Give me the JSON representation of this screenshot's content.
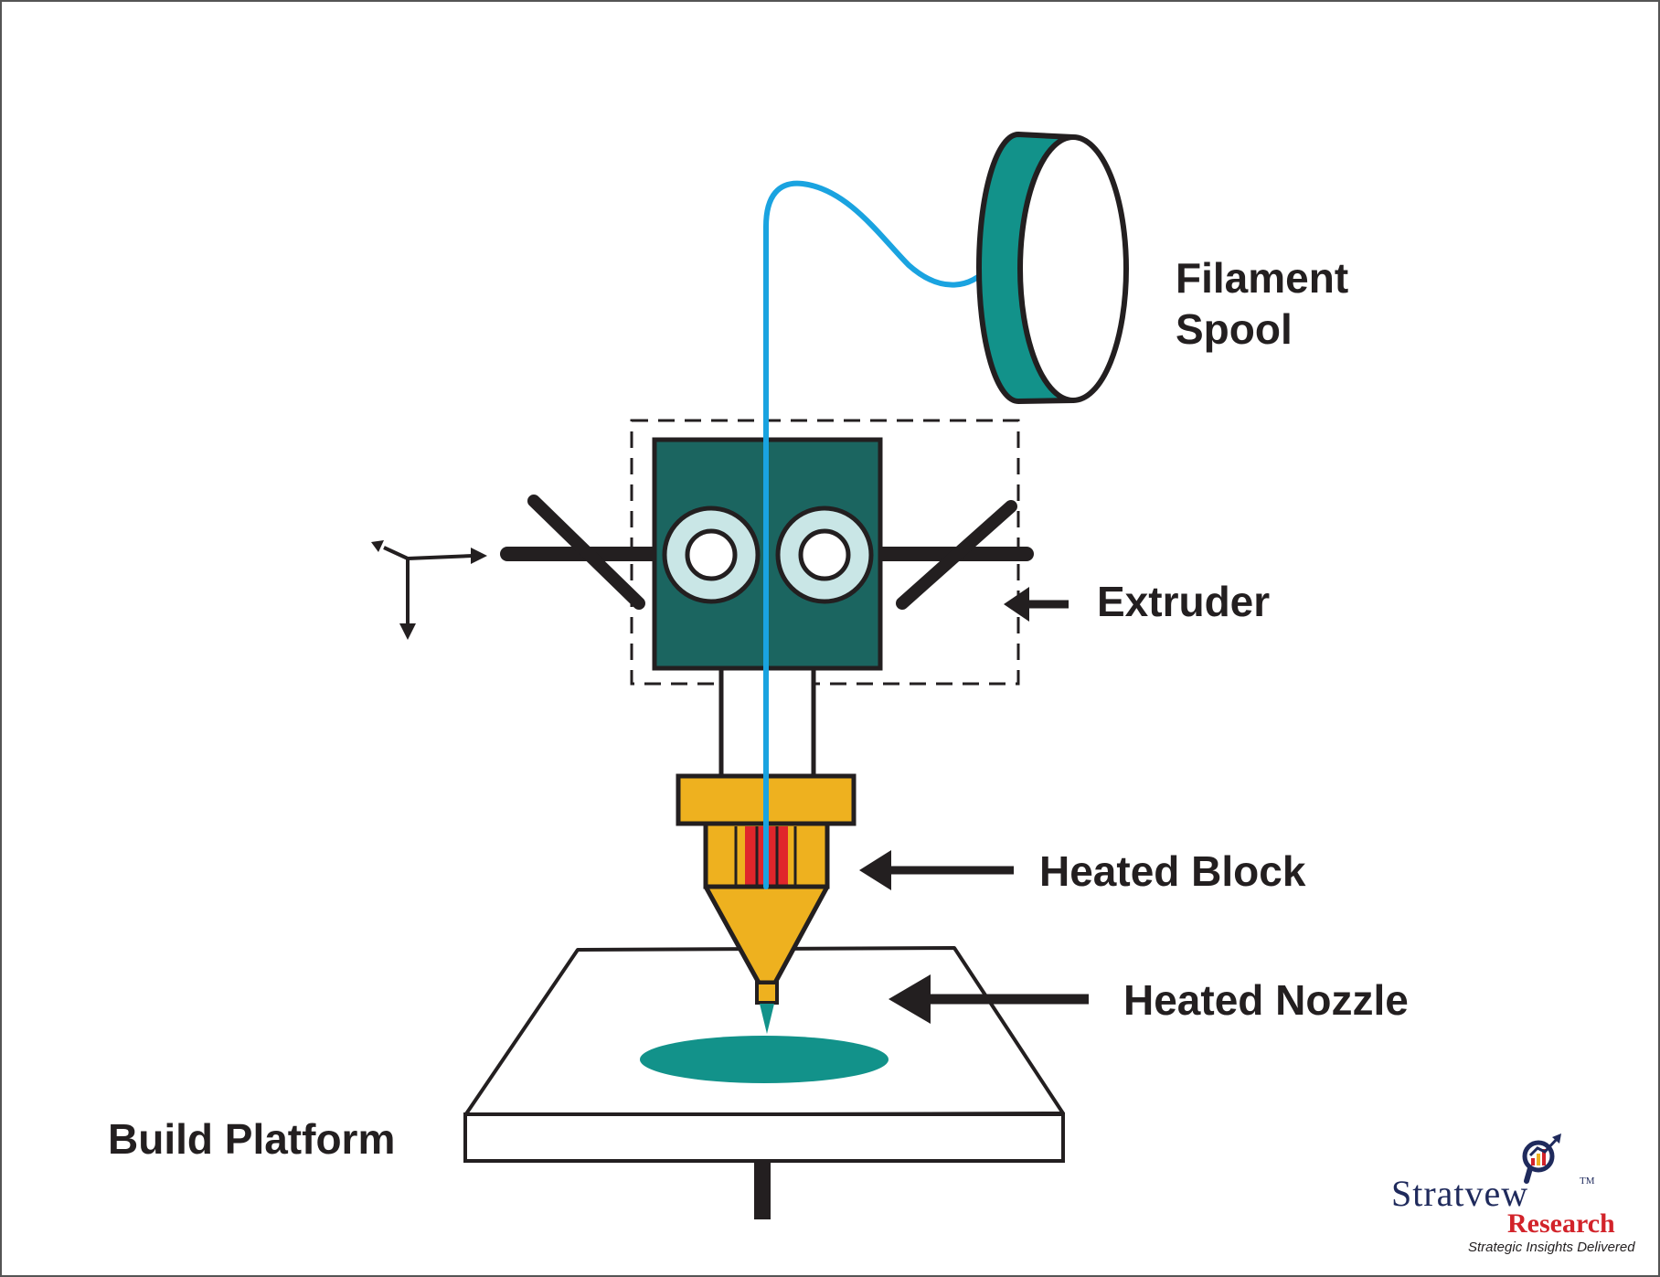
{
  "labels": {
    "filament_spool_line1": "Filament",
    "filament_spool_line2": "Spool",
    "extruder": "Extruder",
    "heated_block": "Heated Block",
    "heated_nozzle": "Heated Nozzle",
    "build_platform": "Build Platform"
  },
  "logo": {
    "name_part1": "Strat",
    "name_part2": "v",
    "name_part3": "ew",
    "trademark": "TM",
    "subname": "Research",
    "tagline": "Strategic Insights Delivered"
  },
  "colors": {
    "filament": "#1aa3e0",
    "spool": "#12928a",
    "extruder_body": "#1b6560",
    "roller": "#c9e6e6",
    "heated_block": "#eeb11f",
    "heater_core": "#e0262b",
    "printed_layer": "#12928a",
    "outline": "#231f20",
    "logo_red": "#d2232a",
    "logo_navy": "#1f2a5c"
  }
}
